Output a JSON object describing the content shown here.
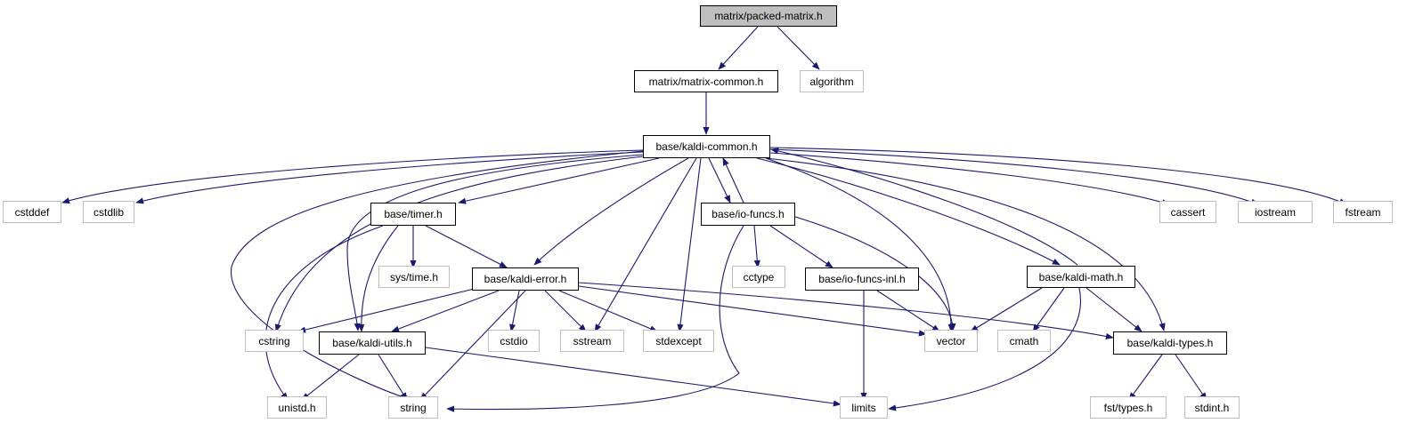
{
  "colors": {
    "edge": "#191970",
    "project_border": "#000000",
    "system_border": "#bfbfbf",
    "root_fill": "#bfbfbf"
  },
  "nodes": {
    "packed_matrix": "matrix/packed-matrix.h",
    "matrix_common": "matrix/matrix-common.h",
    "algorithm": "algorithm",
    "kaldi_common": "base/kaldi-common.h",
    "cstddef": "cstddef",
    "cstdlib": "cstdlib",
    "timer": "base/timer.h",
    "io_funcs": "base/io-funcs.h",
    "cassert": "cassert",
    "iostream": "iostream",
    "fstream": "fstream",
    "sys_time": "sys/time.h",
    "kaldi_error": "base/kaldi-error.h",
    "cctype": "cctype",
    "io_funcs_inl": "base/io-funcs-inl.h",
    "kaldi_math": "base/kaldi-math.h",
    "cstring": "cstring",
    "kaldi_utils": "base/kaldi-utils.h",
    "cstdio": "cstdio",
    "sstream": "sstream",
    "stdexcept": "stdexcept",
    "vector": "vector",
    "cmath": "cmath",
    "kaldi_types": "base/kaldi-types.h",
    "unistd": "unistd.h",
    "string": "string",
    "limits": "limits",
    "fst_types": "fst/types.h",
    "stdint": "stdint.h"
  }
}
